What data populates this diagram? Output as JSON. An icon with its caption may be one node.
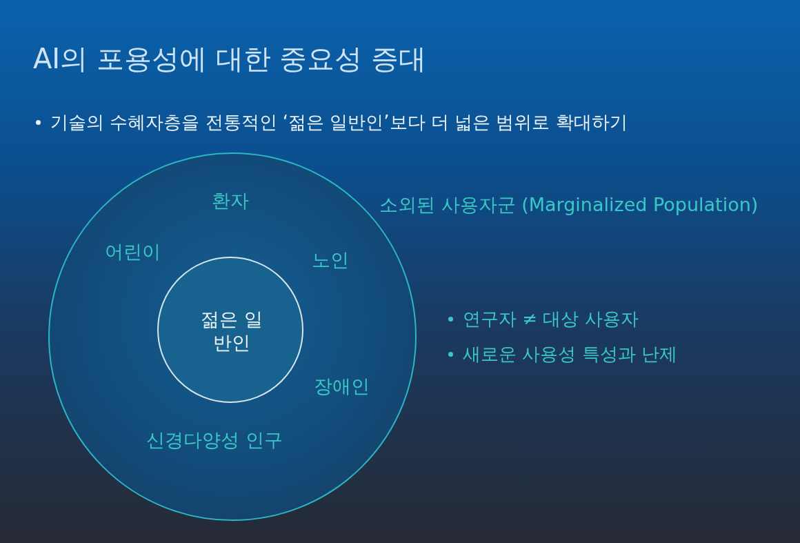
{
  "diagram": {
    "title": "AI의 포용성에 대한 중요성 증대",
    "nodes": [
      {
        "text": [
          "환자",
          "어린이",
          "노인",
          "장애인",
          "신경다양성 인구"
        ],
        "beside": [
          "소외된 사용자군 (Marginalized Population)"
        ]
      },
      {
        "text": [
          "젊은 일반인"
        ],
        "in": 0
      }
    ],
    "edges": [],
    "labels": [
      "기술의 수혜자층을 전통적인 ‘젊은 일반인’보다 더 넓은 범위로 확대하기",
      "연구자 ≠ 대상 사용자",
      "새로운 사용성 특성과 난제"
    ]
  }
}
